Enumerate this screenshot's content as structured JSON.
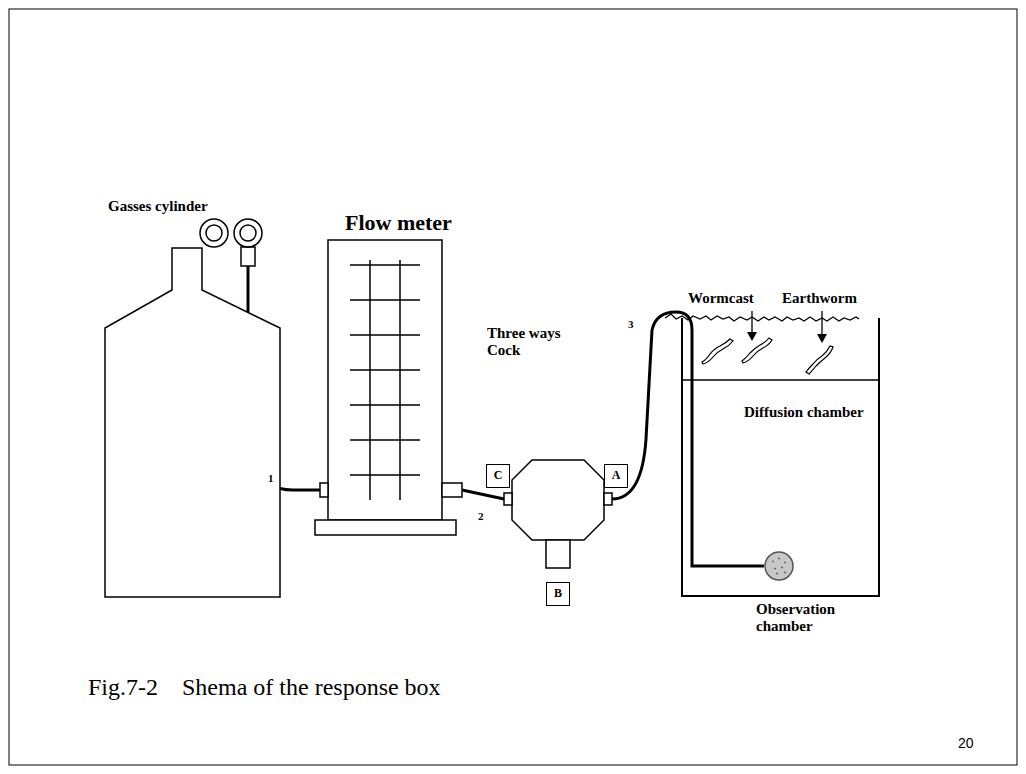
{
  "diagram": {
    "caption": "Fig.7-2    Shema of the response box",
    "nodes": [
      {
        "text": [
          "Gasses cylinder"
        ]
      },
      {
        "text": [
          "Flow meter"
        ]
      },
      {
        "text": [
          "Three ways Cock"
        ]
      },
      {
        "text": [
          "C"
        ]
      },
      {
        "text": [
          "A"
        ]
      },
      {
        "text": [
          "B"
        ]
      },
      {
        "text": [
          "Diffusion chamber"
        ]
      },
      {
        "text": [
          "Observation chamber"
        ],
        "in": 6
      }
    ],
    "edges": [
      {
        "from": 0,
        "to": 1,
        "label": "1",
        "arrow": "none"
      },
      {
        "from": 1,
        "to": 2,
        "label": "2",
        "arrow": "none"
      },
      {
        "from": 2,
        "to": 7,
        "label": "3",
        "arrow": "none"
      }
    ],
    "labels": [
      "Wormcast",
      "Earthworm",
      "20"
    ]
  }
}
